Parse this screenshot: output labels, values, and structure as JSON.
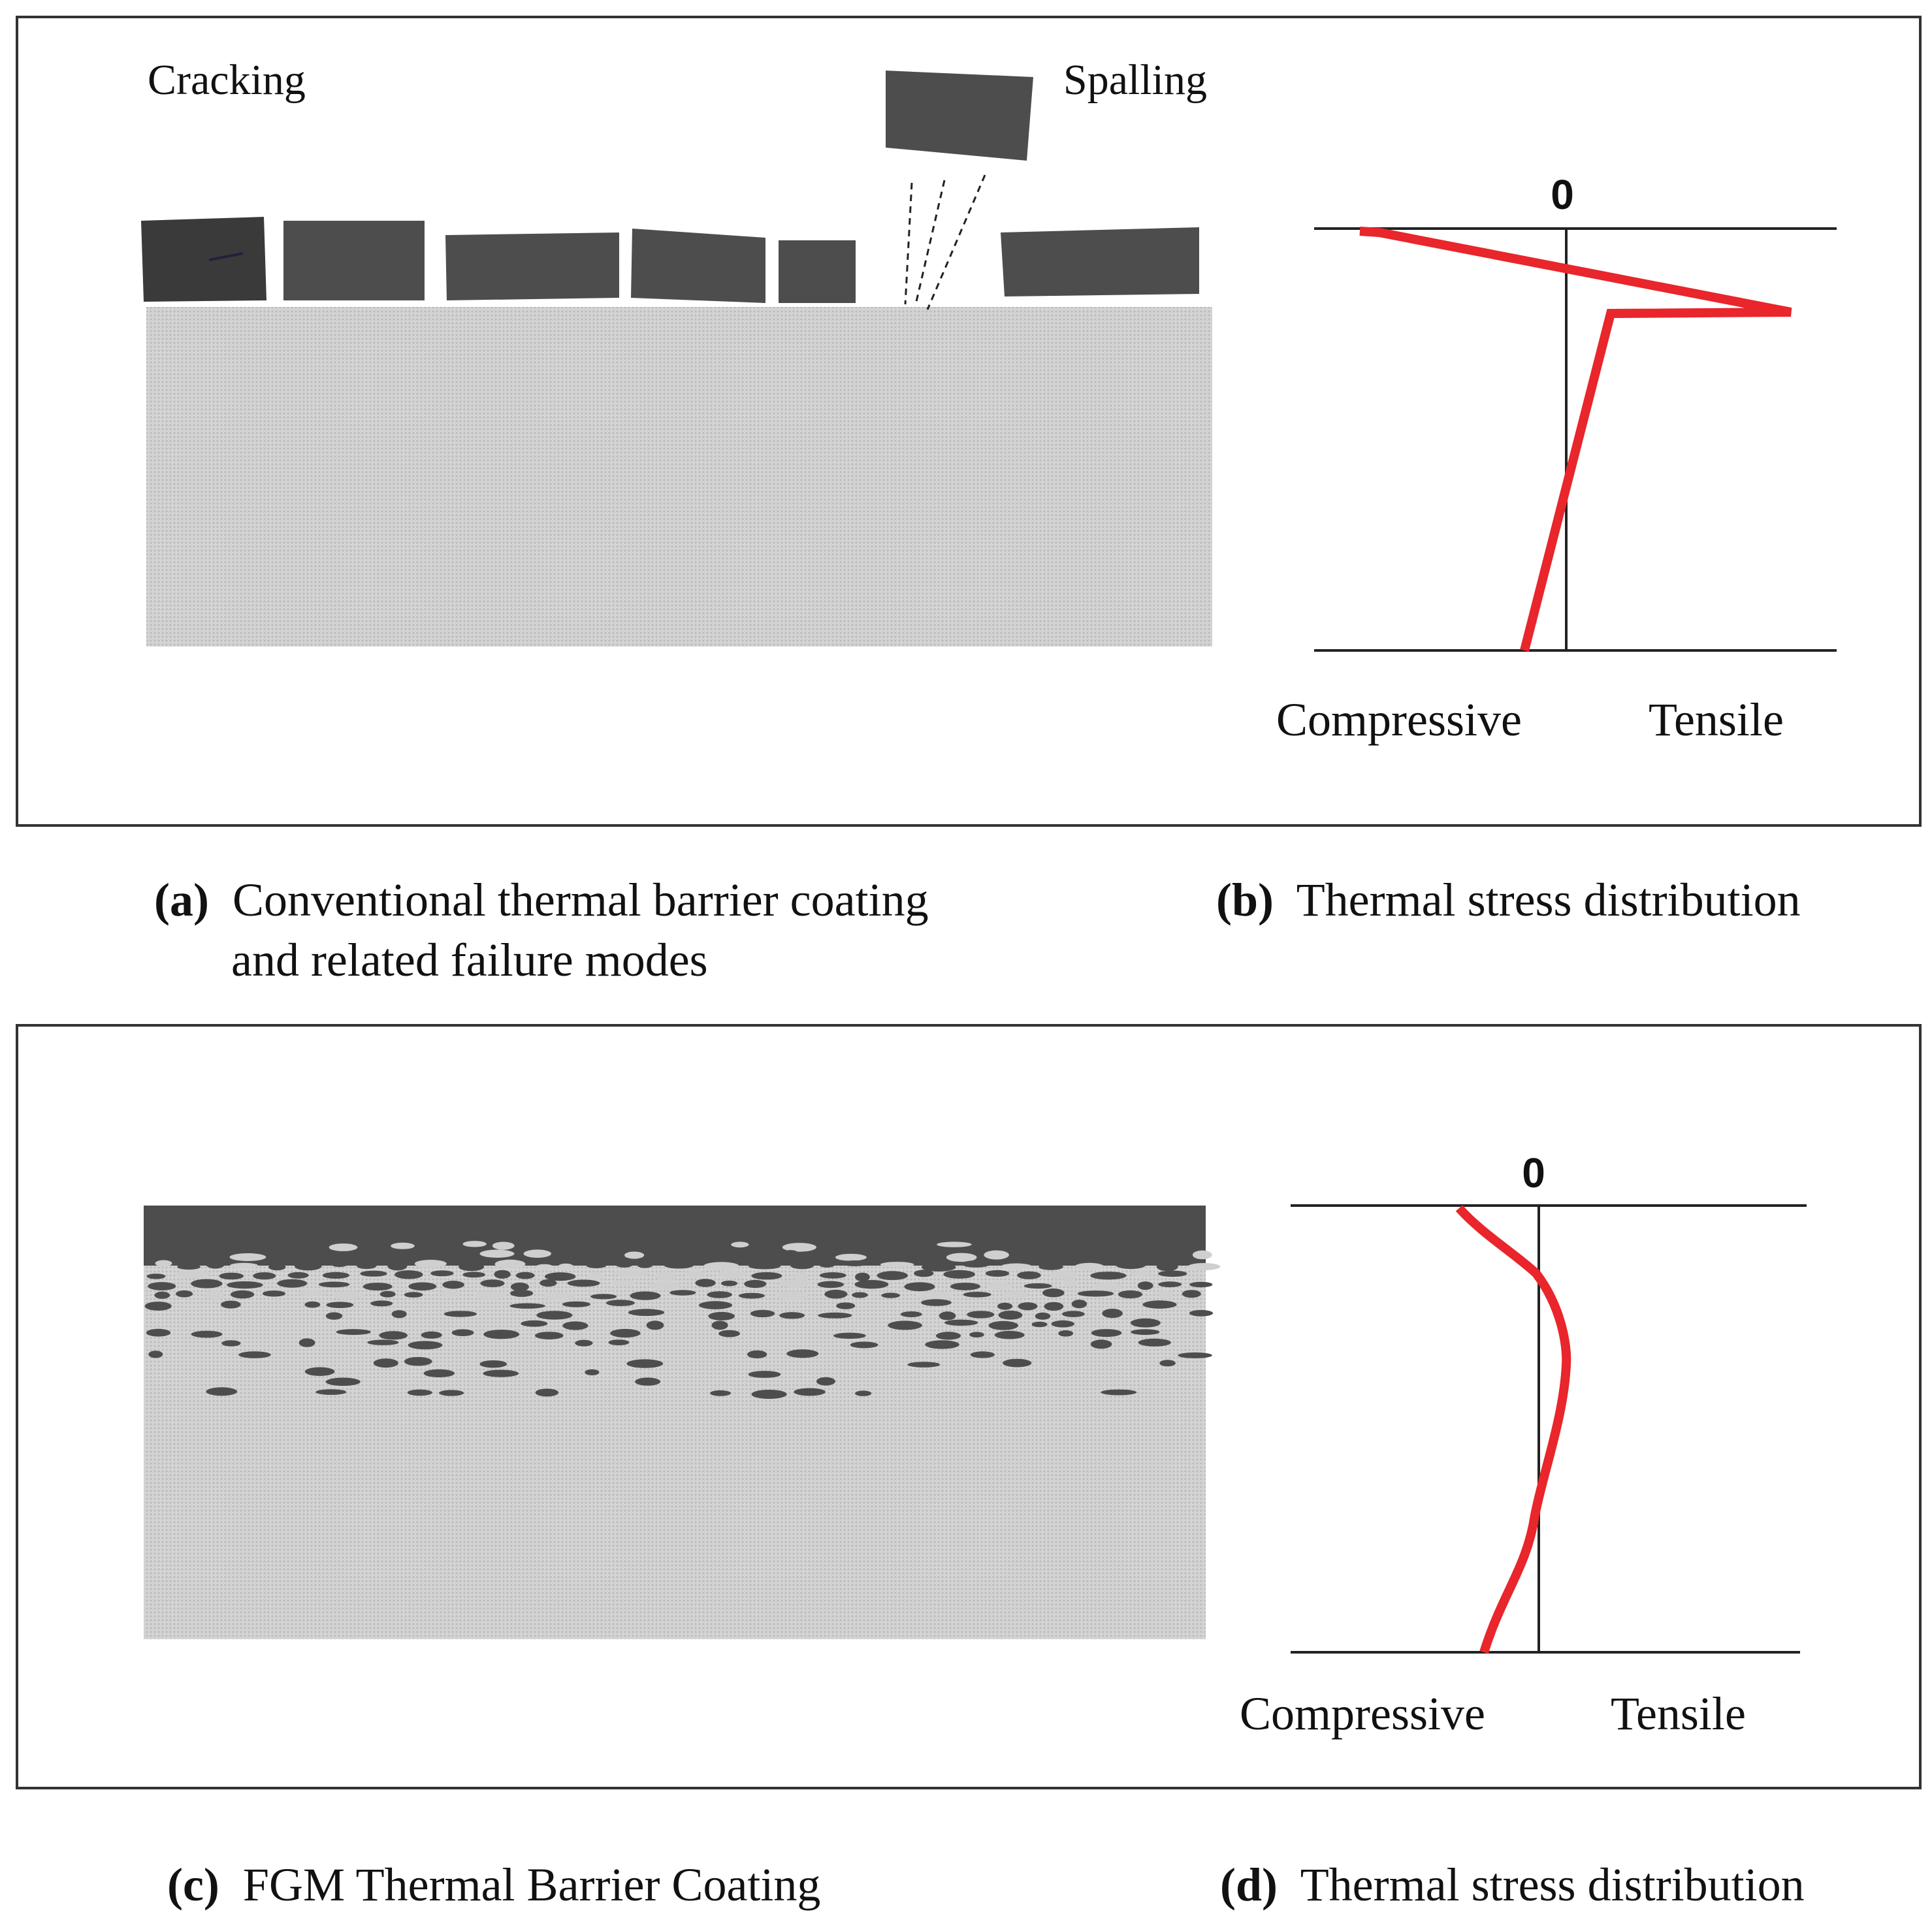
{
  "panel_top": {
    "label_cracking": "Cracking",
    "label_spalling": "Spalling",
    "stress_zero": "0",
    "stress_compressive": "Compressive",
    "stress_tensile": "Tensile"
  },
  "panel_bottom": {
    "stress_zero": "0",
    "stress_compressive": "Compressive",
    "stress_tensile": "Tensile"
  },
  "captions": {
    "a_letter": "(a)",
    "a_text_line1": "Conventional thermal barrier coating",
    "a_text_line2": "and related failure modes",
    "b_letter": "(b)",
    "b_text": "Thermal stress distribution",
    "c_letter": "(c)",
    "c_text": "FGM Thermal Barrier Coating",
    "d_letter": "(d)",
    "d_text": "Thermal stress distribution"
  },
  "colors": {
    "coating": "#4d4d4d",
    "substrate": "#cdcdcd",
    "stress_curve": "#e8262b",
    "frame": "#333333"
  }
}
